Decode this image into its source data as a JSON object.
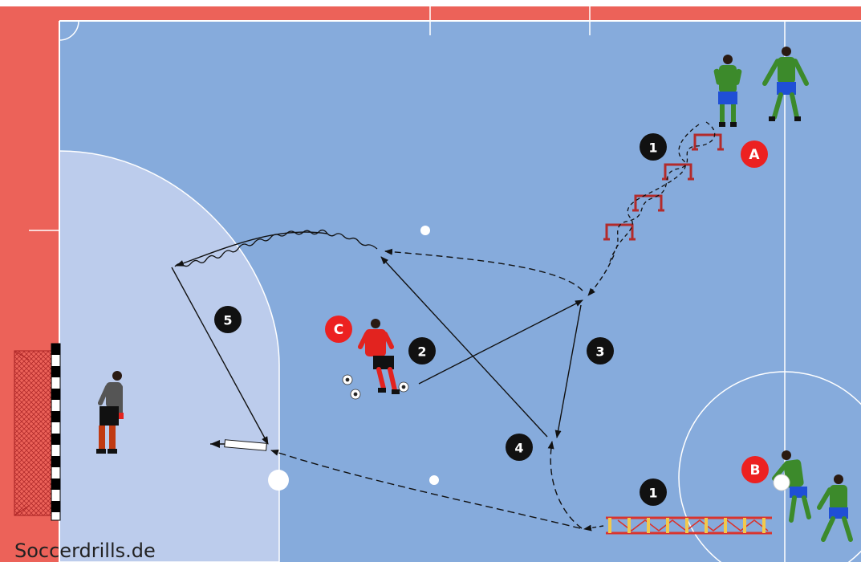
{
  "colors": {
    "pitch": "#86ABDC",
    "penalty_area": "#BCCCEC",
    "border": "#EC6259",
    "line": "#FFFFFF",
    "marker_red": "#EC2121",
    "marker_black": "#111111",
    "hurdle": "#B32B2B",
    "ladder_red": "#D9342E",
    "ladder_yellow": "#F2C94C",
    "jersey_green": "#3C8A2B",
    "shorts_blue": "#1F4FD6",
    "jersey_red": "#E2231F"
  },
  "station_labels": {
    "a": "A",
    "b": "B",
    "c": "C"
  },
  "step_labels": {
    "step1_top": "1",
    "step1_bottom": "1",
    "step2": "2",
    "step3": "3",
    "step4": "4",
    "step5": "5"
  },
  "watermark": "Soccerdrills.de"
}
